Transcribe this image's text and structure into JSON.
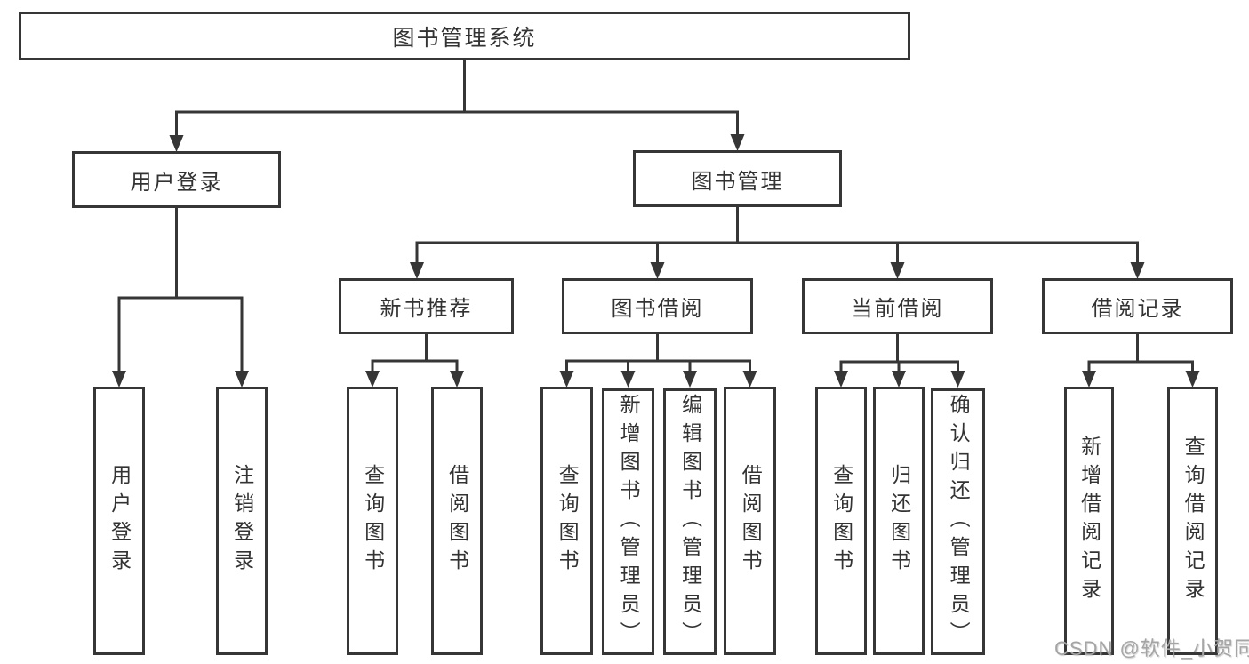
{
  "diagram": {
    "title": "图书管理系统",
    "level2": {
      "user_login": "用户登录",
      "book_management": "图书管理"
    },
    "level3": {
      "new_books": "新书推荐",
      "book_borrow": "图书借阅",
      "current_borrow": "当前借阅",
      "borrow_records": "借阅记录"
    },
    "leaves": {
      "user_login": [
        "用户登录",
        "注销登录"
      ],
      "new_books": [
        "查询图书",
        "借阅图书"
      ],
      "book_borrow": [
        "查询图书",
        "新增图书（管理员）",
        "编辑图书（管理员）",
        "借阅图书"
      ],
      "current_borrow": [
        "查询图书",
        "归还图书",
        "确认归还（管理员）"
      ],
      "borrow_records": [
        "新增借阅记录",
        "查询借阅记录"
      ]
    }
  },
  "watermark": "CSDN @软件_小贺同学",
  "colors": {
    "line": "#363636",
    "text": "#333333",
    "watermark": "#a5a5a5",
    "background": "#ffffff"
  }
}
